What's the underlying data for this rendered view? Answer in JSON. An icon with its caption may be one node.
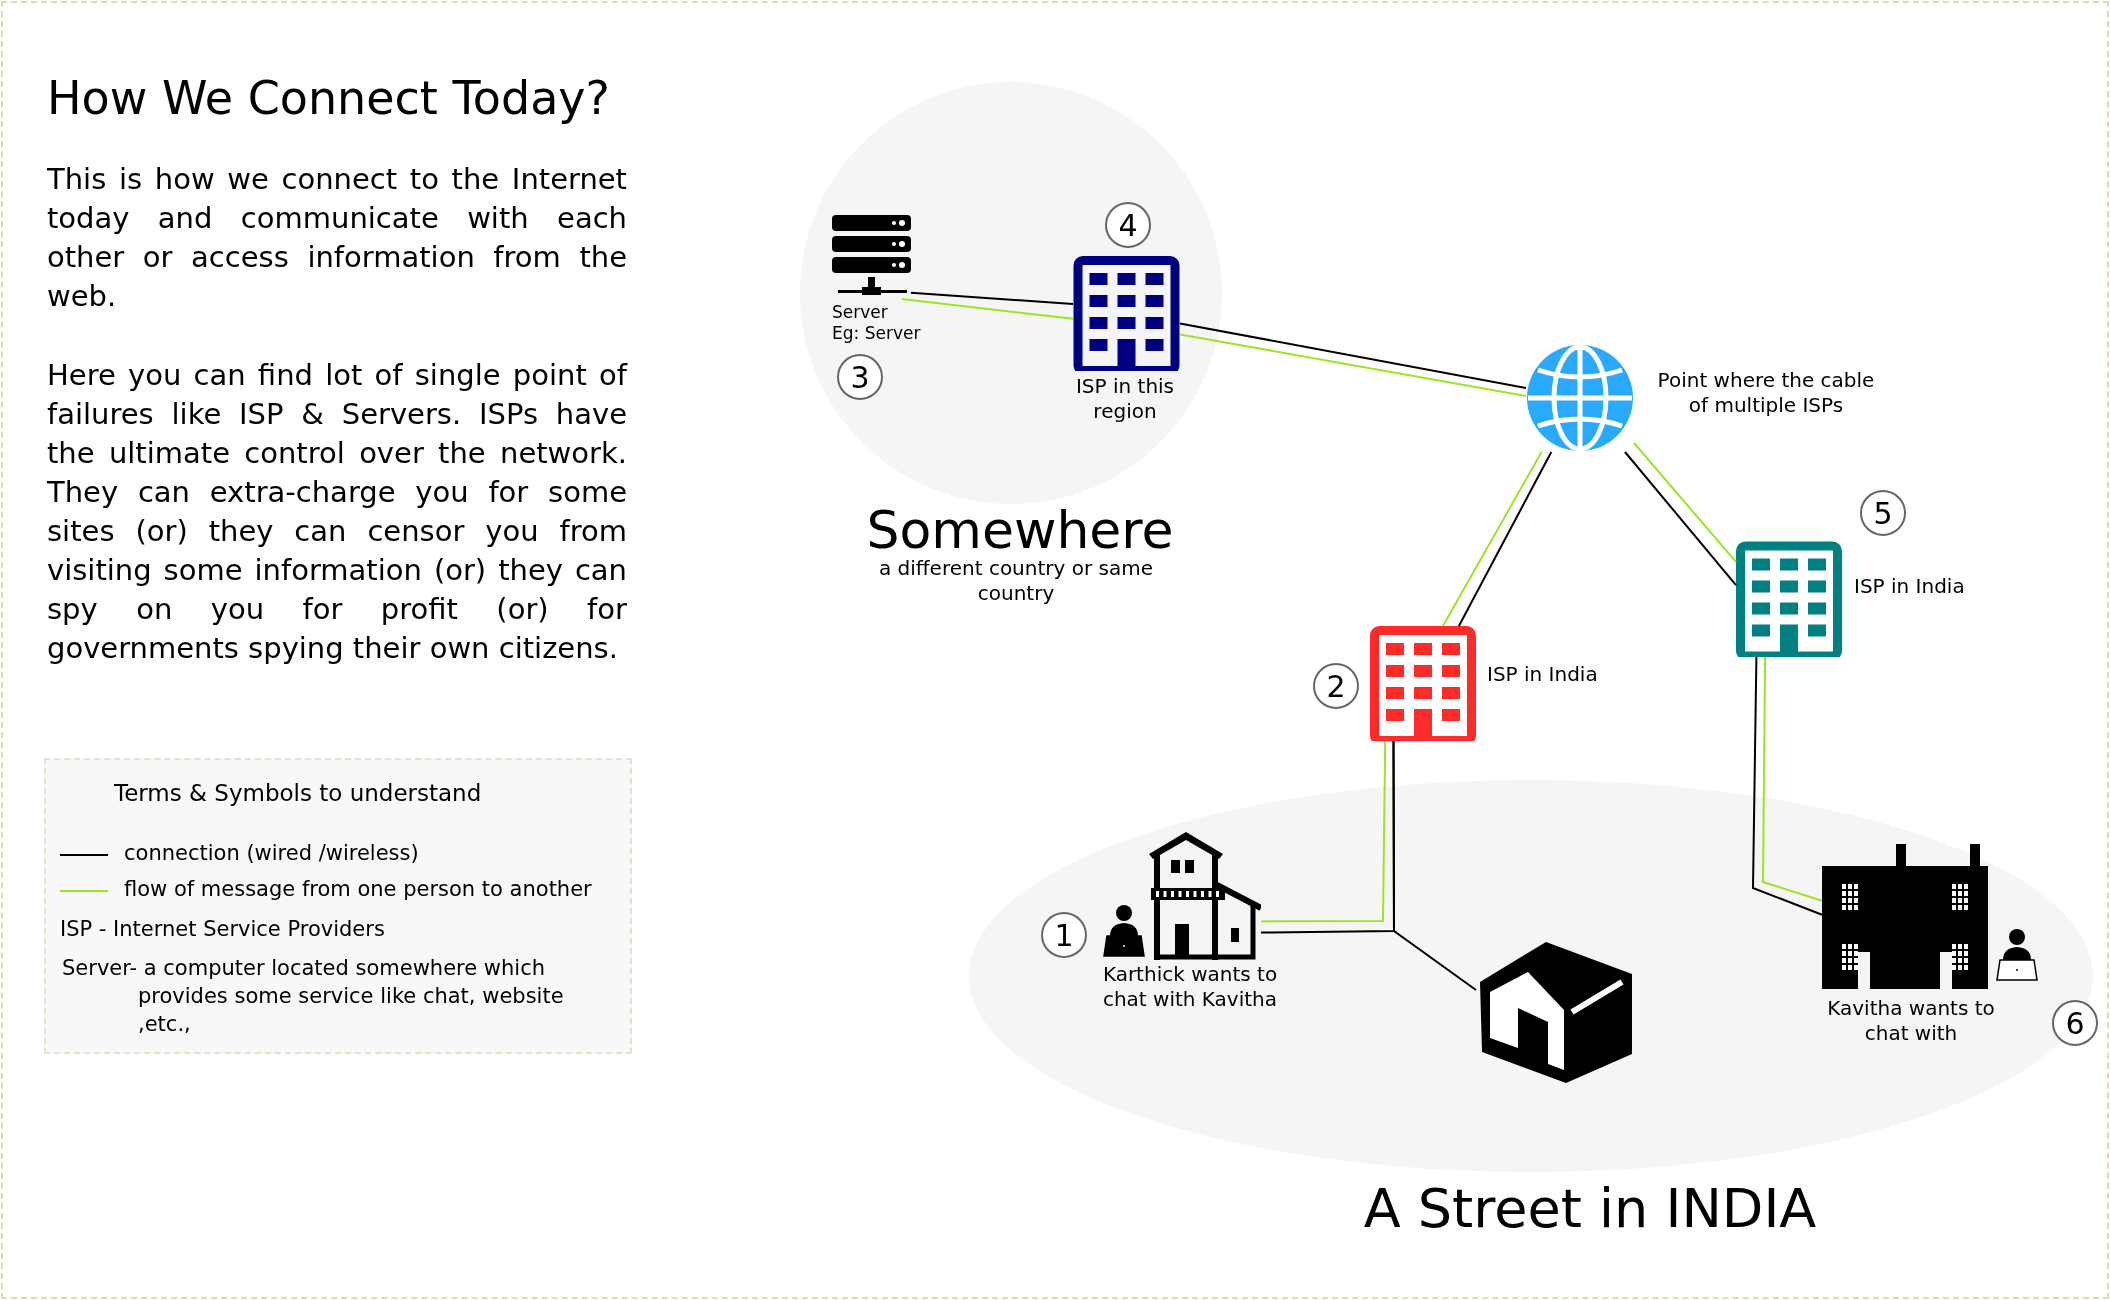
{
  "diagram": {
    "title": "How We Connect Today?",
    "nodes": [
      {
        "text": [
          "Somewhere",
          "a different country or same country"
        ]
      },
      {
        "text": [
          "Server",
          "Eg: Server"
        ],
        "in": 0,
        "beside": [
          "3"
        ]
      },
      {
        "text": [
          "ISP in this region"
        ],
        "in": 0,
        "beside": [
          "4"
        ]
      },
      {
        "text": [
          "Point where the cable of multiple ISPs"
        ]
      },
      {
        "text": [
          "ISP in India"
        ],
        "beside": [
          "2"
        ]
      },
      {
        "text": [
          "ISP in India"
        ],
        "beside": [
          "5"
        ]
      },
      {
        "text": [
          "A Street in INDIA"
        ]
      },
      {
        "text": [
          "Karthick wants to chat with Kavitha"
        ],
        "in": 6,
        "beside": [
          "1"
        ]
      },
      {
        "text": [],
        "shape": "picture",
        "in": 6
      },
      {
        "text": [
          "Kavitha wants to chat with"
        ],
        "in": 6,
        "beside": [
          "6"
        ]
      }
    ],
    "edges": [
      {
        "from": 1,
        "to": 2,
        "arrow": "none"
      },
      {
        "from": 1,
        "to": 2,
        "arrow": "none",
        "color": "#99e526"
      },
      {
        "from": 2,
        "to": 3,
        "arrow": "none"
      },
      {
        "from": 2,
        "to": 3,
        "arrow": "none",
        "color": "#99e526"
      },
      {
        "from": 3,
        "to": 4,
        "arrow": "none"
      },
      {
        "from": 3,
        "to": 4,
        "arrow": "none",
        "color": "#99e526"
      },
      {
        "from": 3,
        "to": 5,
        "arrow": "none"
      },
      {
        "from": 3,
        "to": 5,
        "arrow": "none",
        "color": "#99e526"
      },
      {
        "from": 4,
        "to": 7,
        "arrow": "none"
      },
      {
        "from": 4,
        "to": 8,
        "arrow": "none"
      },
      {
        "from": 4,
        "to": 7,
        "arrow": "none",
        "color": "#99e526"
      },
      {
        "from": 5,
        "to": 9,
        "arrow": "none"
      },
      {
        "from": 5,
        "to": 9,
        "arrow": "none",
        "color": "#99e526"
      }
    ],
    "labels": [
      "This is how we connect to the Internet today and communicate with each other or access information from the web.",
      "Here you can find lot of single point of failures like ISP & Servers. ISPs have the ultimate control over the network. They can extra-charge you for some sites (or) they can censor you from visiting some information (or) they can spy on you for profit (or) for governments spying their own citizens.",
      "Terms & Symbols to understand",
      "ISP - Internet Service Providers",
      "Server- a computer located somewhere which provides some service like chat, website ,etc.,"
    ],
    "legend": [
      {
        "text": "connection (wired /wireless)"
      },
      {
        "text": "flow of message from one person to another"
      }
    ]
  }
}
